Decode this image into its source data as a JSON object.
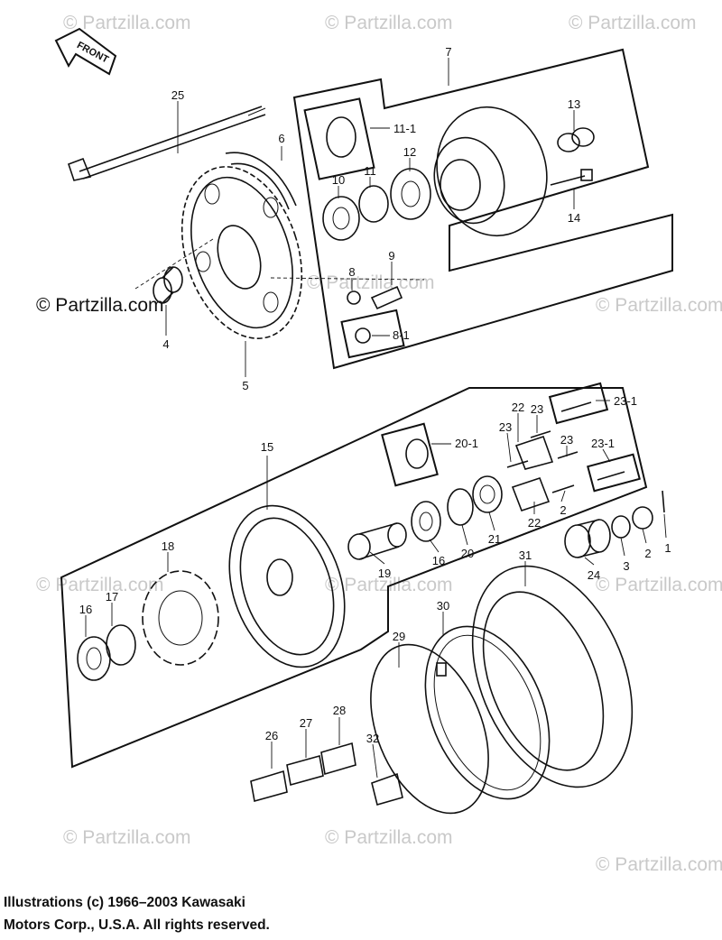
{
  "watermark": "© Partzilla.com",
  "front_label": "FRONT",
  "part_labels": {
    "p1": "1",
    "p2a": "2",
    "p2b": "2",
    "p3": "3",
    "p4": "4",
    "p5": "5",
    "p6": "6",
    "p7": "7",
    "p8": "8",
    "p8_1": "8-1",
    "p9": "9",
    "p10": "10",
    "p11": "11",
    "p11_1": "11-1",
    "p12": "12",
    "p13": "13",
    "p14": "14",
    "p15": "15",
    "p16a": "16",
    "p16b": "16",
    "p17": "17",
    "p18": "18",
    "p19": "19",
    "p20": "20",
    "p20_1": "20-1",
    "p21": "21",
    "p22a": "22",
    "p22b": "22",
    "p23a": "23",
    "p23b": "23",
    "p23c": "23",
    "p23_1a": "23-1",
    "p23_1b": "23-1",
    "p24": "24",
    "p25": "25",
    "p26": "26",
    "p27": "27",
    "p28": "28",
    "p29": "29",
    "p30": "30",
    "p31": "31",
    "p32": "32"
  },
  "copyright": {
    "line1": "Illustrations (c) 1966–2003 Kawasaki",
    "line2": "Motors Corp., U.S.A.  All rights reserved."
  }
}
